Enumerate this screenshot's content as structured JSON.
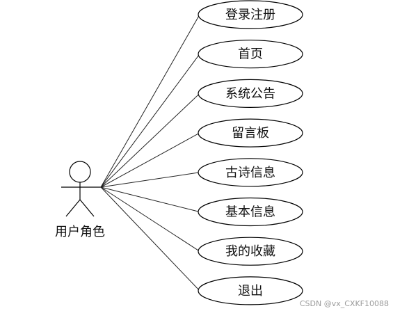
{
  "actor": {
    "label": "用户角色"
  },
  "use_cases": [
    {
      "label": "登录注册"
    },
    {
      "label": "首页"
    },
    {
      "label": "系统公告"
    },
    {
      "label": "留言板"
    },
    {
      "label": "古诗信息"
    },
    {
      "label": "基本信息"
    },
    {
      "label": "我的收藏"
    },
    {
      "label": "退出"
    }
  ],
  "watermark": "CSDN @vx_CXKF10088"
}
